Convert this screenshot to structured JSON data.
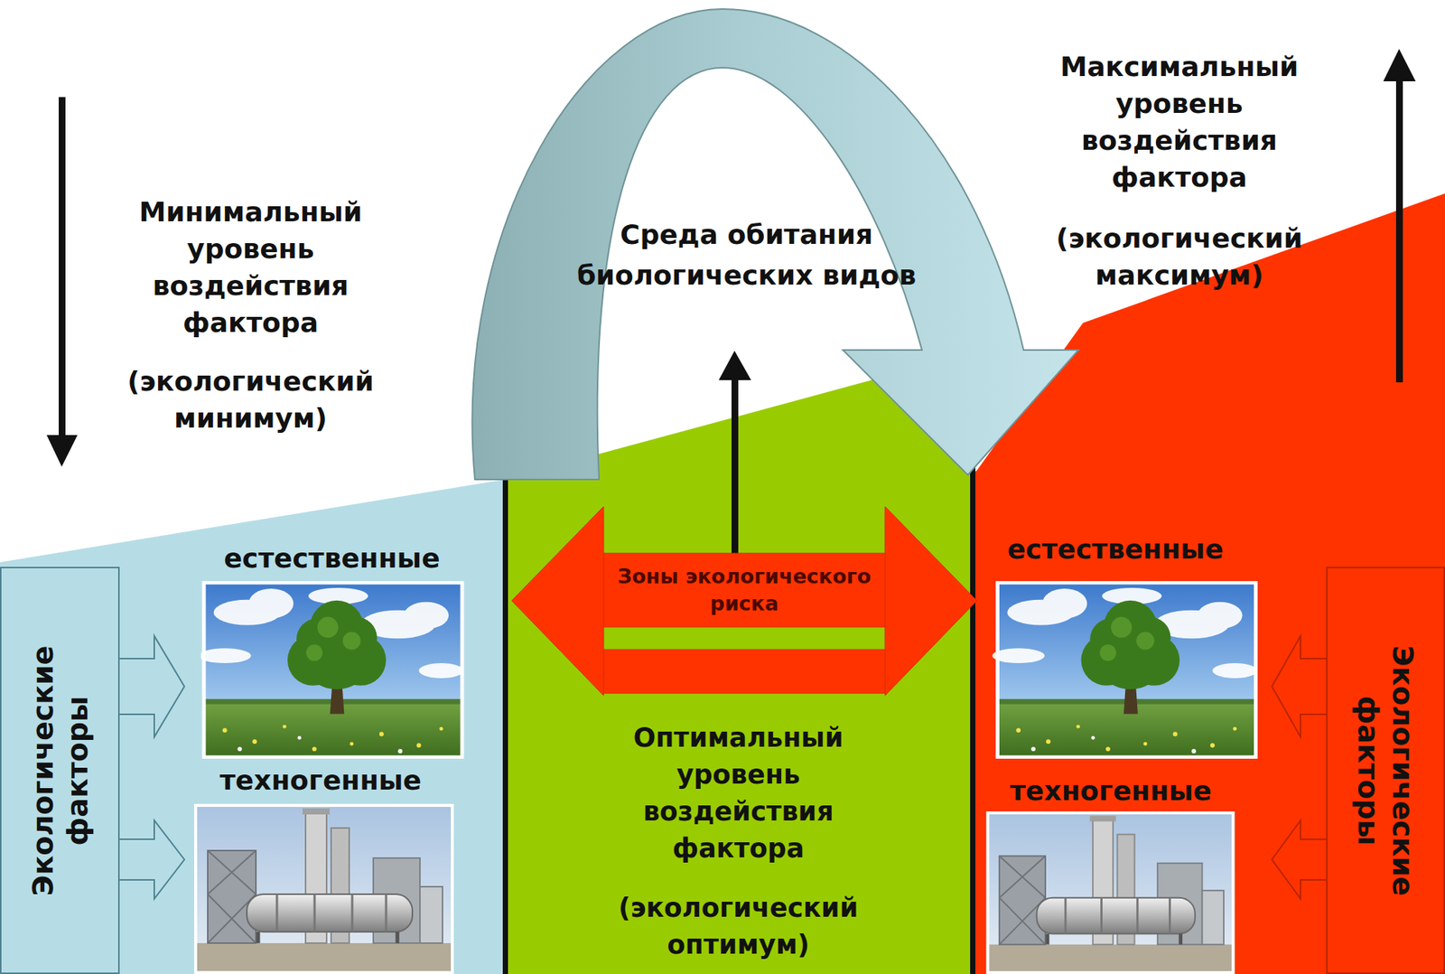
{
  "diagram": {
    "nodes": [
      {
        "text": [
          "Экологические факторы"
        ]
      },
      {
        "text": [
          "Зоны экологического риска"
        ]
      },
      {
        "text": [
          "Экологические факторы"
        ]
      }
    ],
    "labels": [
      "Минимальный уровень воздействия фактора",
      "(экологический минимум)",
      "Среда обитания биологических видов",
      "Максимальный уровень воздействия фактора",
      "(экологический максимум)",
      "естественные",
      "техногенные",
      "естественные",
      "техногенные",
      "Оптимальный уровень воздействия фактора",
      "(экологический оптимум)"
    ]
  }
}
